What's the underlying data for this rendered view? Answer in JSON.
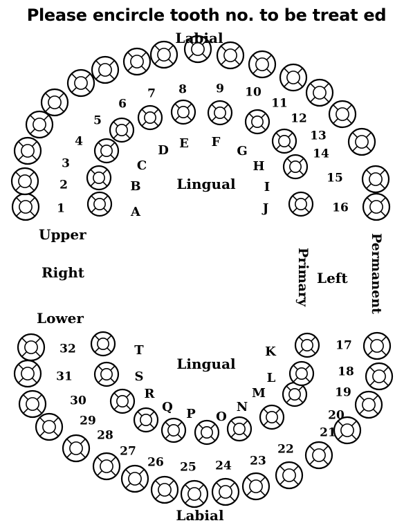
{
  "title": "Please encircle tooth no. to be treat ed",
  "labels": {
    "labial_top": "Labial",
    "labial_bottom": "Labial",
    "lingual_upper": "Lingual",
    "lingual_lower": "Lingual",
    "upper": "Upper",
    "right": "Right",
    "lower": "Lower",
    "left": "Left",
    "primary": "Primary",
    "permanent": "Permanent"
  },
  "teeth": {
    "permanent_upper": [
      "1",
      "2",
      "3",
      "4",
      "5",
      "6",
      "7",
      "8",
      "9",
      "10",
      "11",
      "12",
      "13",
      "14",
      "15",
      "16"
    ],
    "permanent_lower": [
      "17",
      "18",
      "19",
      "20",
      "21",
      "22",
      "23",
      "24",
      "25",
      "26",
      "27",
      "28",
      "29",
      "30",
      "31",
      "32"
    ],
    "primary_upper": [
      "A",
      "B",
      "C",
      "D",
      "E",
      "F",
      "G",
      "H",
      "I",
      "J"
    ],
    "primary_lower": [
      "K",
      "L",
      "M",
      "N",
      "O",
      "P",
      "Q",
      "R",
      "S",
      "T"
    ]
  }
}
